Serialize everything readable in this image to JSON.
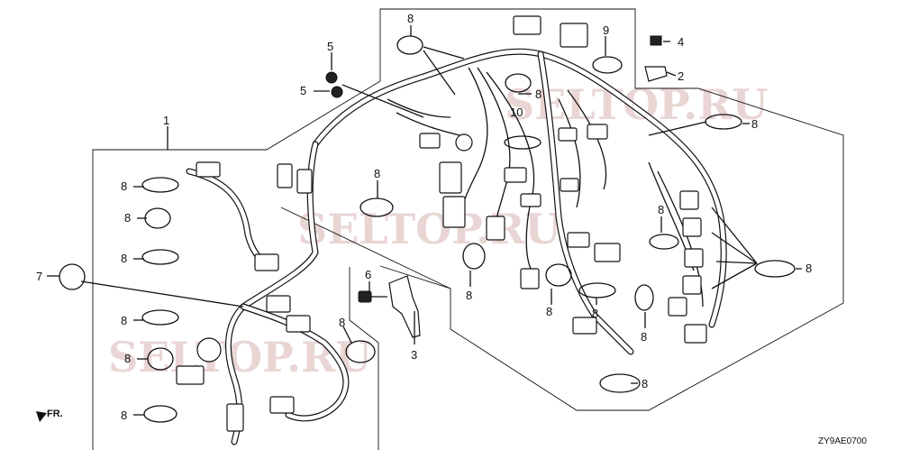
{
  "diagram": {
    "drawing_code": "ZY9AE0700",
    "direction_label": "FR.",
    "watermark_texts": [
      "SELTOP.RU",
      "SELTOP.RU",
      "SELTOP.RU"
    ],
    "callouts": {
      "c1": "1",
      "c2": "2",
      "c3": "3",
      "c4": "4",
      "c5a": "5",
      "c5b": "5",
      "c6": "6",
      "c7": "7",
      "c8": "8",
      "c9": "9",
      "c10": "10"
    }
  }
}
